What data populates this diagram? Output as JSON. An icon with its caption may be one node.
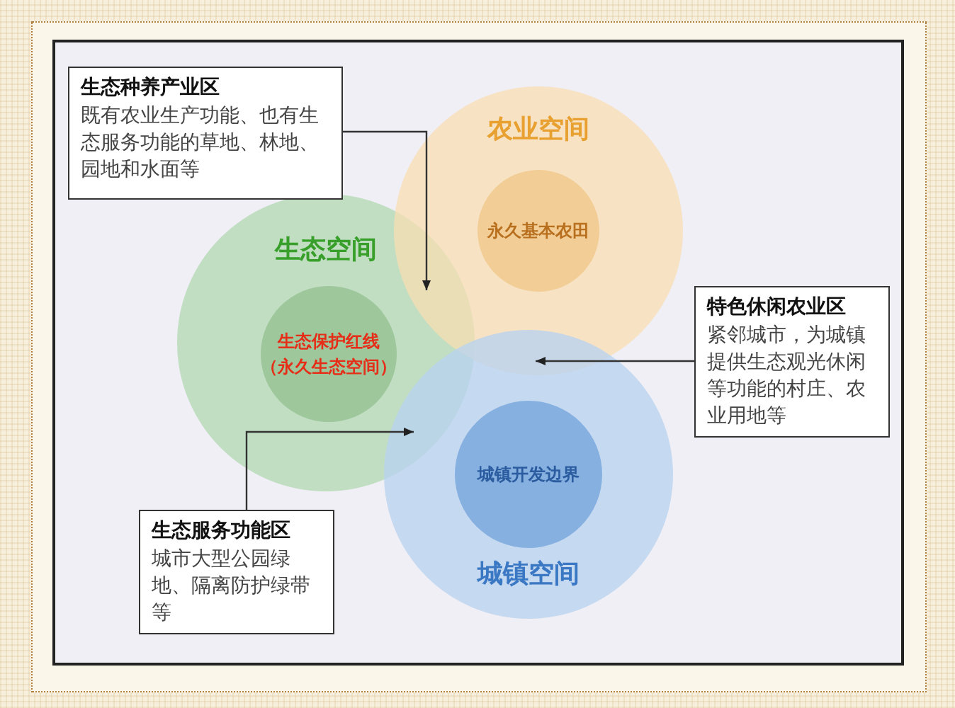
{
  "diagram": {
    "nodes": [
      {
        "text": [
          "农业空间"
        ]
      },
      {
        "text": [
          "永久基本农田"
        ],
        "in": 0
      },
      {
        "text": [
          "生态空间"
        ]
      },
      {
        "text": [
          "生态保护红线",
          "（永久生态空间）"
        ],
        "in": 2
      },
      {
        "text": [
          "城镇空间"
        ]
      },
      {
        "text": [
          "城镇开发边界"
        ],
        "in": 4
      },
      {
        "text": [
          "生态种养产业区",
          "既有农业生产功能、也有生态服务功能的草地、林地、园地和水面等"
        ]
      },
      {
        "text": [
          "特色休闲农业区",
          "紧邻城市，为城镇提供生态观光休闲等功能的村庄、农业用地等"
        ]
      },
      {
        "text": [
          "生态服务功能区",
          "城市大型公园绿地、隔离防护绿带等"
        ]
      }
    ],
    "edges": [
      {
        "from": 6,
        "to": 2,
        "arrow": "to"
      },
      {
        "from": 7,
        "to": 0,
        "arrow": "to"
      },
      {
        "from": 8,
        "to": 2,
        "arrow": "to"
      }
    ]
  }
}
